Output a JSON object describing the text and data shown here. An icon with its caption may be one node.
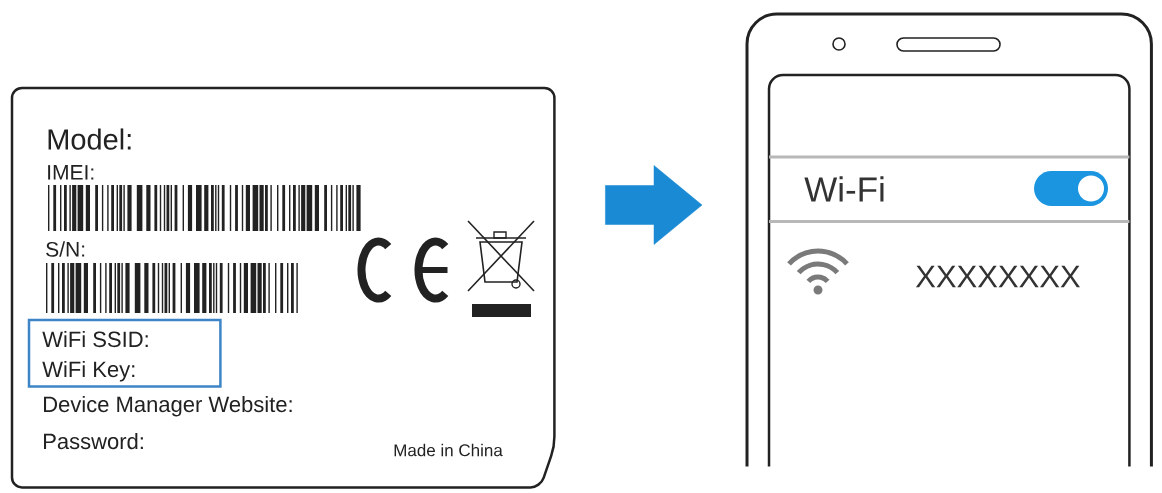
{
  "diagram": {
    "nodes": [
      {
        "text": [
          "Model:",
          "IMEI:",
          "S/N:",
          "Device Manager Website:",
          "Password:",
          "Made in China"
        ]
      },
      {
        "text": [
          "WiFi SSID:",
          "WiFi Key:"
        ],
        "in": 0
      },
      {
        "text": [],
        "shape": "phone"
      },
      {
        "text": [
          "XXXXXXXX"
        ],
        "in": 2
      },
      {
        "text": [
          "Wi-Fi"
        ],
        "in": 3
      }
    ],
    "edges": [
      {
        "from": 0,
        "to": 2,
        "arrow": "to",
        "color": "#1a8ad4"
      }
    ]
  }
}
